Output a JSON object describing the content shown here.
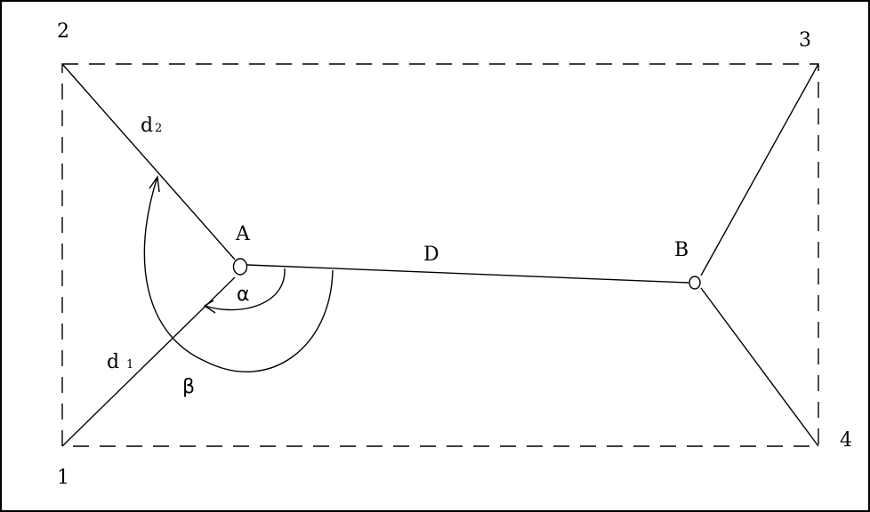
{
  "corners": {
    "c1": "1",
    "c2": "2",
    "c3": "3",
    "c4": "4"
  },
  "points": {
    "a": "A",
    "b": "B"
  },
  "segments": {
    "d1": "d",
    "d1_sub": "1",
    "d2": "d",
    "d2_sub": "2",
    "main": "D"
  },
  "angles": {
    "alpha": "α",
    "beta": "β"
  },
  "colors": {
    "line": "#000000",
    "background": "#ffffff"
  }
}
